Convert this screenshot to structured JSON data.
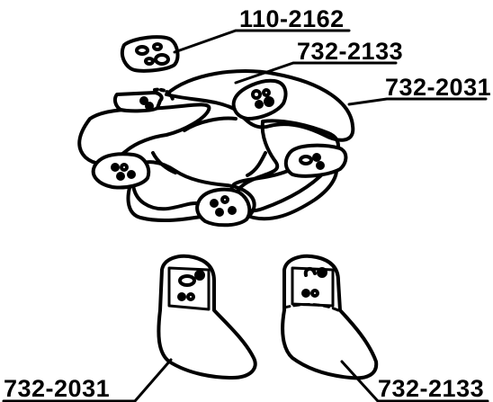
{
  "labels": {
    "top_part": "110-2162",
    "inner_blade_upper": "732-2133",
    "outer_blade_upper": "732-2031",
    "outer_blade_lower": "732-2031",
    "inner_blade_lower": "732-2133"
  },
  "colors": {
    "ink": "#000000",
    "paper": "#ffffff"
  }
}
